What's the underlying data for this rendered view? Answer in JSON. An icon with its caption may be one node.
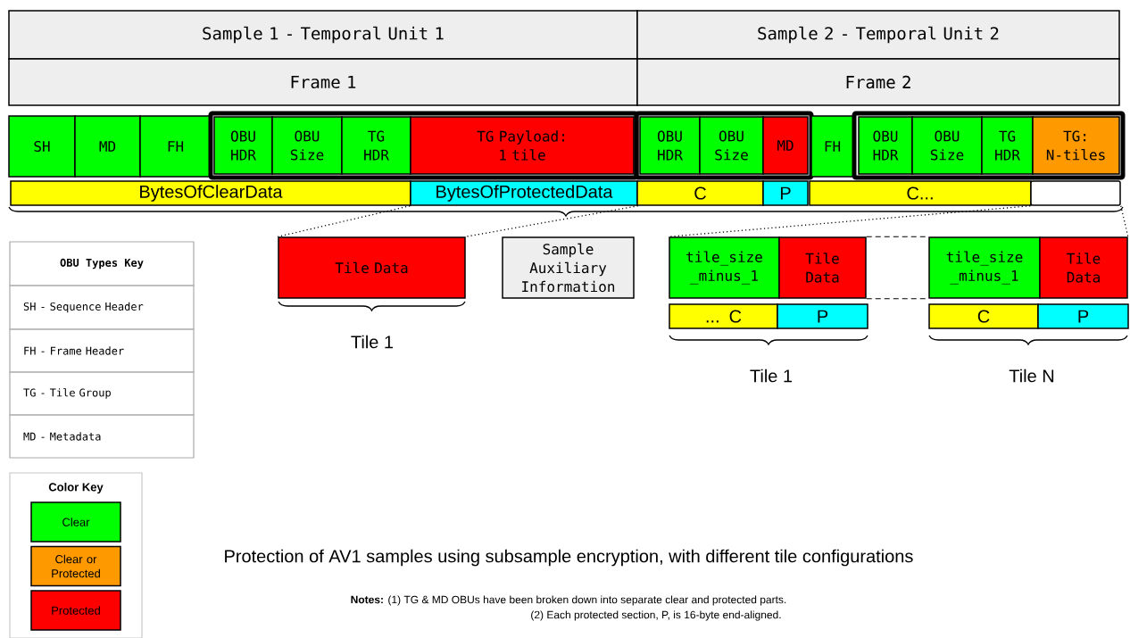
{
  "diagram": {
    "caption": "Protection of AV1 samples using subsample encryption, with different tile configurations",
    "nodes": [
      {
        "text": [
          "Sample 1 - Temporal Unit 1"
        ]
      },
      {
        "text": [
          "Sample 2 - Temporal Unit 2"
        ]
      },
      {
        "text": [
          "Frame 1"
        ]
      },
      {
        "text": [
          "Frame 2"
        ]
      },
      {
        "text": [
          "SH"
        ]
      },
      {
        "text": [
          "MD"
        ]
      },
      {
        "text": [
          "FH"
        ]
      },
      {
        "text": [],
        "shape": "box"
      },
      {
        "text": [
          "OBU HDR"
        ],
        "in": 7
      },
      {
        "text": [
          "OBU Size"
        ],
        "in": 7
      },
      {
        "text": [
          "TG HDR"
        ],
        "in": 7
      },
      {
        "text": [
          "TG Payload: 1 tile"
        ],
        "in": 7
      },
      {
        "text": [],
        "shape": "box"
      },
      {
        "text": [
          "OBU HDR"
        ],
        "in": 12
      },
      {
        "text": [
          "OBU Size"
        ],
        "in": 12
      },
      {
        "text": [
          "MD"
        ],
        "in": 12
      },
      {
        "text": [
          "FH"
        ]
      },
      {
        "text": [],
        "shape": "box"
      },
      {
        "text": [
          "OBU HDR"
        ],
        "in": 17
      },
      {
        "text": [
          "OBU Size"
        ],
        "in": 17
      },
      {
        "text": [
          "TG HDR"
        ],
        "in": 17
      },
      {
        "text": [
          "TG: N-tiles"
        ],
        "in": 17
      },
      {
        "text": [
          "BytesOfClearData"
        ]
      },
      {
        "text": [
          "BytesOfProtectedData"
        ]
      },
      {
        "text": [
          "C"
        ]
      },
      {
        "text": [
          "P"
        ]
      },
      {
        "text": [
          "C..."
        ]
      },
      {
        "text": [],
        "shape": "box"
      },
      {
        "text": [
          "Tile Data"
        ]
      },
      {
        "text": [
          "Sample Auxiliary Information"
        ]
      },
      {
        "text": [
          "tile_size _minus_1"
        ]
      },
      {
        "text": [
          "Tile Data"
        ]
      },
      {
        "text": [
          "... C"
        ]
      },
      {
        "text": [
          "P"
        ]
      },
      {
        "text": [
          "tile_size _minus_1"
        ]
      },
      {
        "text": [
          "Tile Data"
        ]
      },
      {
        "text": [
          "C"
        ]
      },
      {
        "text": [
          "P"
        ]
      }
    ],
    "edges": [
      {
        "from": 23,
        "to": 28,
        "arrow": "none"
      },
      {
        "from": 23,
        "to": 28,
        "arrow": "none"
      },
      {
        "from": 27,
        "to": 30,
        "arrow": "none"
      },
      {
        "from": 27,
        "to": 35,
        "arrow": "none"
      },
      {
        "from": 31,
        "to": 34,
        "arrow": "none",
        "style": "dashed"
      },
      {
        "from": 31,
        "to": 34,
        "arrow": "none",
        "style": "dashed"
      }
    ],
    "labels": [
      "OBU Types Key",
      "SH - Sequence Header",
      "FH - Frame Header",
      "TG - Tile Group",
      "MD - Metadata",
      "Tile 1",
      "Tile 1",
      "Tile N",
      "Color Key",
      "**Notes:** (1) TG & MD OBUs have been broken down into separate clear and protected parts.",
      "(2) Each protected section, P, is 16-byte end-aligned."
    ],
    "legend": [
      {
        "text": "Clear",
        "color": "#00ff00"
      },
      {
        "text": "Clear or Protected",
        "color": "#ff9900"
      },
      {
        "text": "Protected",
        "color": "#ff0000"
      }
    ]
  }
}
